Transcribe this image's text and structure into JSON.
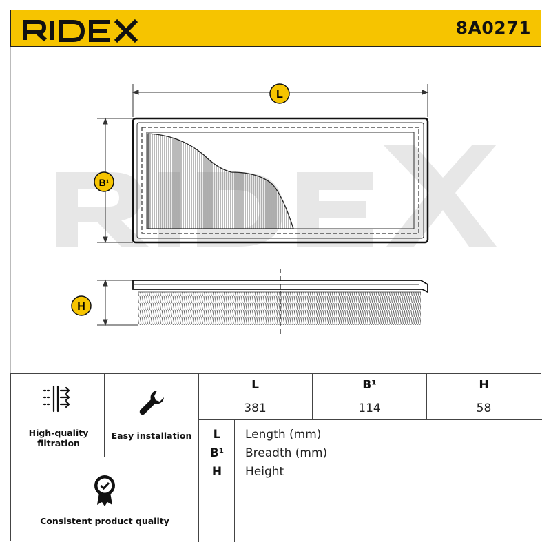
{
  "header": {
    "brand": "RIDEX",
    "part_number": "8A0271",
    "background_color": "#f6c400"
  },
  "watermark": {
    "text": "RIDEX",
    "color": "#e6e6e6"
  },
  "dimension_badges": {
    "length": "L",
    "breadth": "B¹",
    "height": "H"
  },
  "features": [
    {
      "label": "High-quality filtration",
      "icon": "filtration-flow-icon"
    },
    {
      "label": "Easy installation",
      "icon": "wrench-icon"
    },
    {
      "label": "Consistent product quality",
      "icon": "quality-seal-check-icon"
    }
  ],
  "dimensions_table": {
    "headers": [
      "L",
      "B¹",
      "H"
    ],
    "values": [
      "381",
      "114",
      "58"
    ]
  },
  "legend": [
    {
      "code": "L",
      "description": "Length (mm)"
    },
    {
      "code": "B¹",
      "description": "Breadth (mm)"
    },
    {
      "code": "H",
      "description": "Height"
    }
  ]
}
